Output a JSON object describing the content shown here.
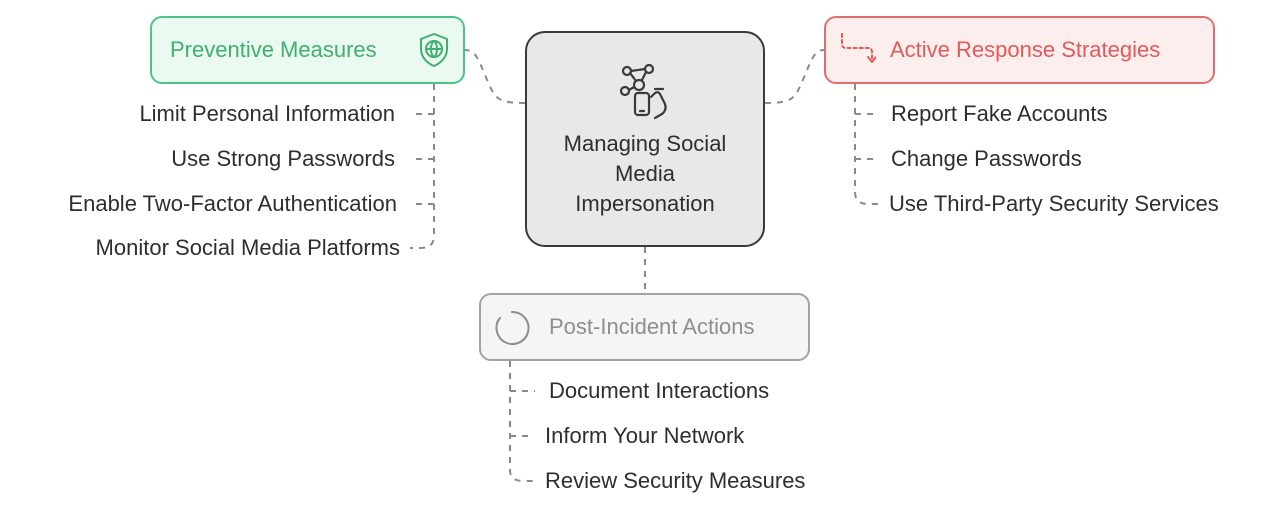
{
  "center": {
    "title": "Managing Social Media Impersonation",
    "icon": "network-hand-icon"
  },
  "preventive": {
    "title": "Preventive Measures",
    "icon": "globe-shield-icon",
    "color": "#4cc485",
    "items": [
      "Limit Personal Information",
      "Use Strong Passwords",
      "Enable Two-Factor Authentication",
      "Monitor Social Media Platforms"
    ]
  },
  "active": {
    "title": "Active Response Strategies",
    "icon": "redirect-arrow-icon",
    "color": "#e06e6e",
    "items": [
      "Report Fake Accounts",
      "Change Passwords",
      "Use Third-Party Security Services"
    ]
  },
  "post": {
    "title": "Post-Incident Actions",
    "icon": "dashed-circle-icon",
    "color": "#a3a3a3",
    "items": [
      "Document Interactions",
      "Inform Your Network",
      "Review Security Measures"
    ]
  }
}
